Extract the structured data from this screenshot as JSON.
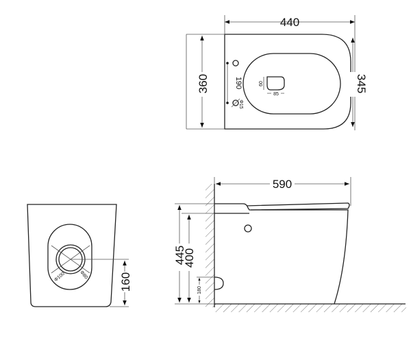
{
  "top_view": {
    "width": "440",
    "depth_total": "360",
    "depth_seat": "345",
    "hole_spacing": "190",
    "hole_dia": "Φ15",
    "outlet_h": "60",
    "outlet_w": "85"
  },
  "front_view": {
    "outlet_outer": "Φ100",
    "outlet_inner": "Φ80",
    "outlet_height": "160"
  },
  "side_view": {
    "length": "590",
    "height_total": "445",
    "height_bowl": "400",
    "inlet_height": "180"
  }
}
